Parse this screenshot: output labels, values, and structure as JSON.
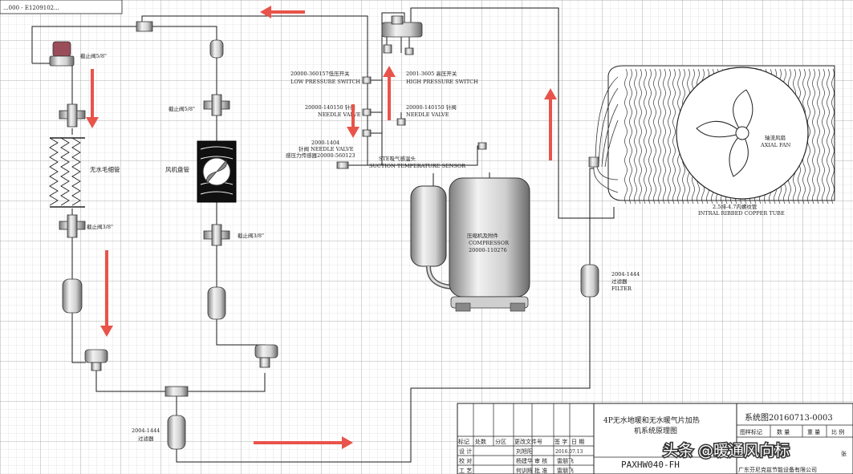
{
  "top_left_banner": "...000 - E1209102...",
  "labels": {
    "shutoff_valve_58_a": "截止阀5/8\"",
    "shutoff_valve_58_b": "截止阀5/8\"",
    "shutoff_valve_38_a": "截止阀3/8\"",
    "shutoff_valve_38_b": "截止阀3/8\"",
    "capillary_cn": "无水毛细管",
    "fan_coil_cn": "风机盘管",
    "lps_code": "20000-360157低压开关",
    "lps_en": "LOW PRESSURE SWITCH",
    "hps_code": "2001-3605  高压开关",
    "hps_en": "HIGH PRESSURE SWITCH",
    "nv1_code": "20000-140150 针阀",
    "nv1_en": "NEEDLE VALVE",
    "nv2_code": "20000-140150 针阀",
    "nv2_en": "NEEDLE VALVE",
    "nv3_code": "2000-1404",
    "nv3_line": "针阀 NEEDLE VALVE",
    "nv3_line2": "感压力传感器20000-560123",
    "sts_cn": "STE吸气感温头",
    "sts_en": "SUCTION TEMPERATURE SENSOR",
    "comp_cn": "压缩机及附件",
    "comp_en": "COMPRESSOR",
    "comp_code": "20000-110276",
    "fan_cn": "轴流风扇",
    "fan_en": "AXIAL FAN",
    "coil_cn": "2.5排-4.7内螺纹管",
    "coil_en": "INTRAL RIBBED COPPER TUBE",
    "filter_right_code": "2004-1444",
    "filter_right_cn": "过滤器",
    "filter_right_en": "FILTER",
    "filter_bottom_code": "2004-1444",
    "filter_bottom_cn": "过滤器"
  },
  "title_block": {
    "title_line1": "4P无水地暖和无水暖气片加热",
    "title_line2": "机系统原理图",
    "system_id": "系统图20160713-0003",
    "model": "PAXHW040-FH",
    "company": "广东芬尼克兹节能设备有限公司",
    "hdr_mark": "图样标记",
    "hdr_qty": "数 量",
    "hdr_weight": "重 量",
    "hdr_scale": "比 例",
    "sheet": "张",
    "rev_cols": [
      "标记",
      "处数",
      "分区",
      "更改文件号",
      "签 字",
      "日 期"
    ],
    "design_label": "设 计",
    "designer": "刘旭阳",
    "design_date": "2016.07.13",
    "check_label": "校 对",
    "checker": "杨建华",
    "review_label": "审 核",
    "reviewer": "雷朋飞",
    "process_label": "工 艺",
    "process_name": "何训辉",
    "approve_label": "批 准",
    "approver": "雷朋飞"
  },
  "watermark": "头条 @暖通风向标",
  "colors": {
    "flow_arrow": "#e8544a",
    "line": "#1a1a1a",
    "grid_minor": "#d4d4d4",
    "grid_major": "#9a9a9a"
  }
}
